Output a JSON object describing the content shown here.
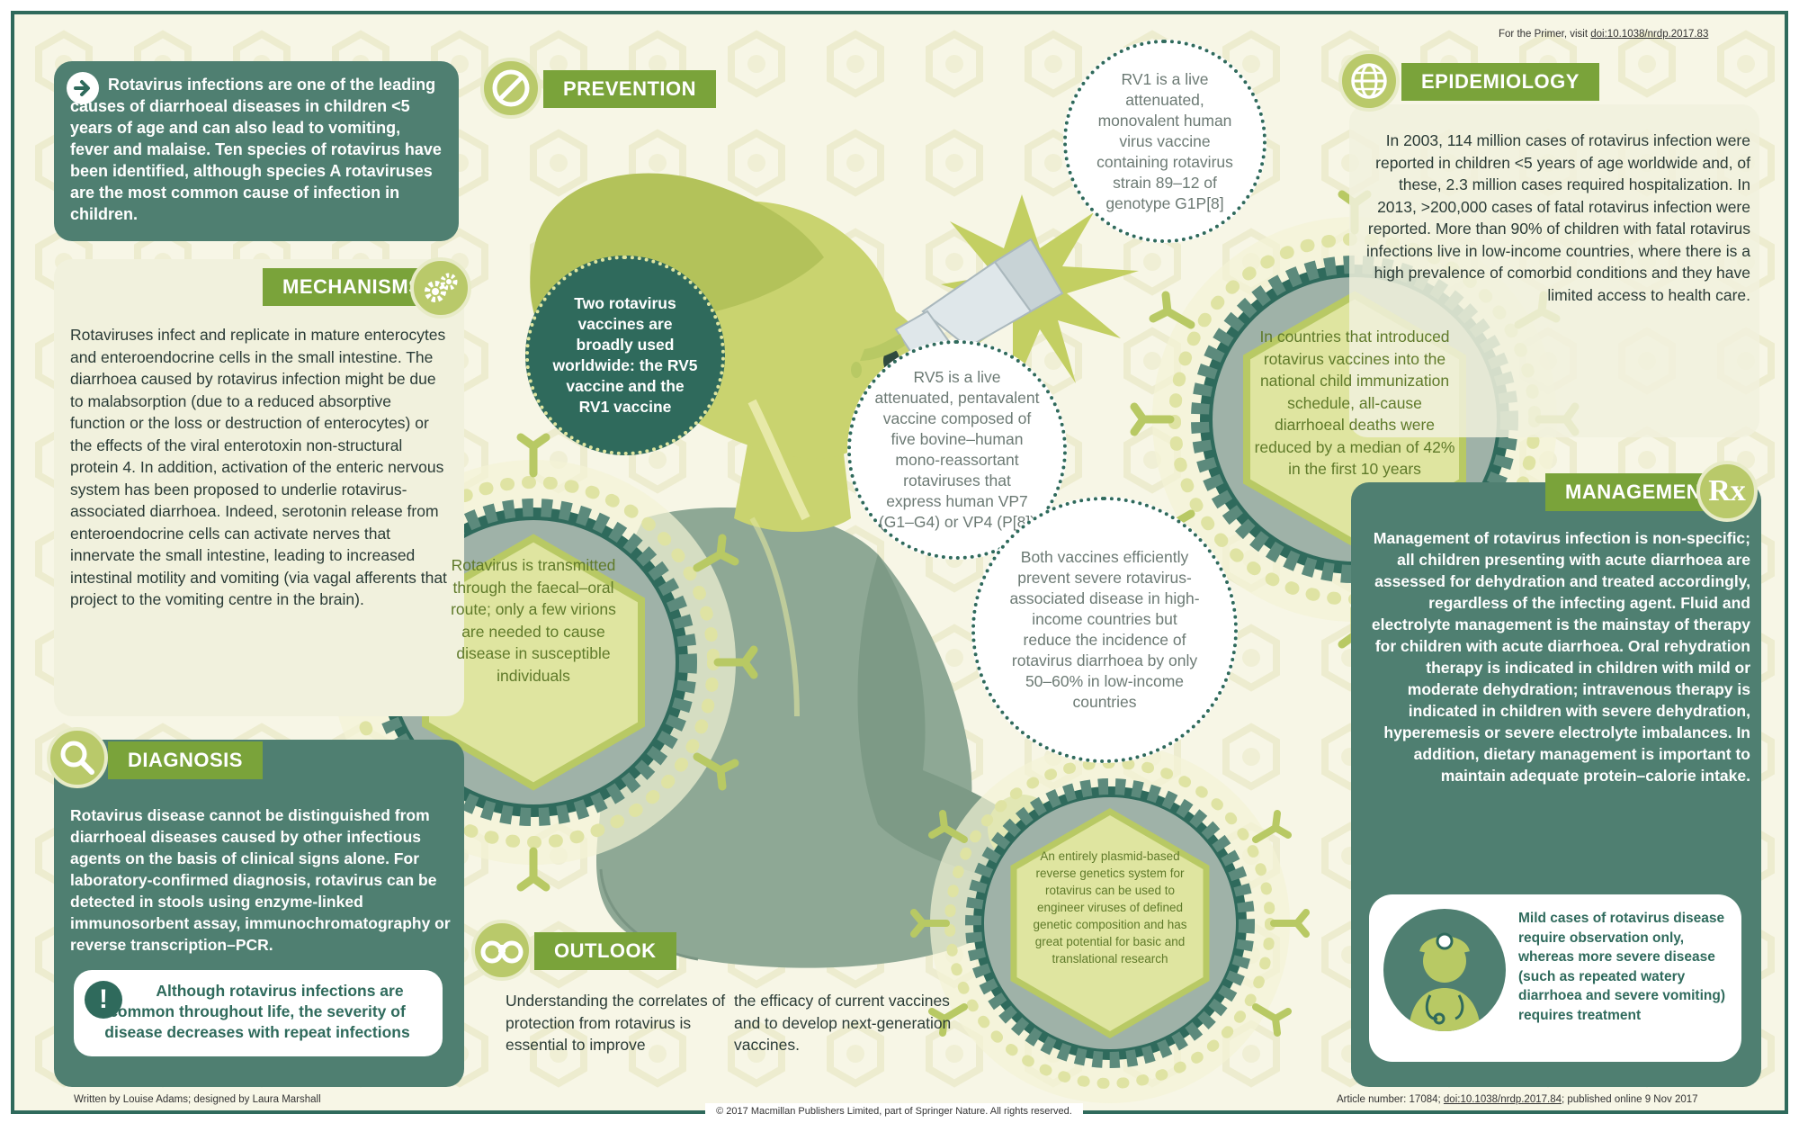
{
  "header": {
    "primer_note": "For the Primer, visit",
    "primer_link": "doi:10.1038/nrdp.2017.83"
  },
  "intro": {
    "text": "Rotavirus infections are one of the leading causes of diarrhoeal diseases in children <5 years of age and can also lead to vomiting, fever and malaise. Ten species of rotavirus have been identified, although species A rotaviruses are the most common cause of infection in children."
  },
  "prevention": {
    "label": "PREVENTION",
    "center_bubble": "Two rotavirus vaccines are broadly used worldwide: the RV5 vaccine and the RV1 vaccine",
    "rv1": "RV1 is a live attenuated, monovalent human virus vaccine containing rotavirus strain 89–12 of genotype G1P[8]",
    "rv5": "RV5 is a live attenuated, pentavalent vaccine composed of five bovine–human mono-reassortant rotaviruses that express human VP7 (G1–G4) or VP4 (P[8])",
    "both": "Both vaccines efficiently prevent severe rotavirus-associated disease in high-income countries but reduce the incidence of rotavirus diarrhoea by only 50–60% in low-income countries"
  },
  "mechanisms": {
    "label": "MECHANISMS",
    "text": "Rotaviruses infect and replicate in mature enterocytes and enteroendocrine cells in the small intestine. The diarrhoea caused by rotavirus infection might be due to malabsorption (due to a reduced absorptive function or the loss or destruction of enterocytes) or the effects of the viral enterotoxin non-structural protein 4. In addition, activation of the enteric nervous system has been proposed to underlie rotavirus-associated diarrhoea. Indeed, serotonin release from enteroendocrine cells can activate nerves that innervate the small intestine, leading to increased intestinal motility and vomiting (via vagal afferents that project to the vomiting centre in the brain).",
    "virus_text": "Rotavirus is transmitted through the faecal–oral route; only a few virions are needed to cause disease in susceptible individuals"
  },
  "diagnosis": {
    "label": "DIAGNOSIS",
    "text": "Rotavirus disease cannot be distinguished from diarrhoeal diseases caused by other infectious agents on the basis of clinical signs alone. For laboratory-confirmed diagnosis, rotavirus can be detected in stools using enzyme-linked immunosorbent assay, immunochromatography or reverse transcription–PCR.",
    "callout": "Although rotavirus infections are common throughout life, the severity of disease decreases with repeat infections"
  },
  "outlook": {
    "label": "OUTLOOK",
    "col1": "Understanding the correlates of protection from rotavirus is essential to improve",
    "col2": "the efficacy of current vaccines and to develop next-generation vaccines.",
    "virus_text": "An entirely plasmid-based reverse genetics system for rotavirus can be used to engineer viruses of defined genetic composition and has great potential for basic and translational research"
  },
  "epidemiology": {
    "label": "EPIDEMIOLOGY",
    "text": "In 2003, 114 million cases of rotavirus infection were reported in children <5 years of age worldwide and, of these, 2.3 million cases required hospitalization. In 2013, >200,000 cases of fatal rotavirus infection were reported. More than 90% of children with fatal rotavirus infections live in low-income countries, where there is a high prevalence of comorbid conditions and they have limited access to health care.",
    "virus_text": "In countries that introduced rotavirus vaccines into the national child immunization schedule, all-cause diarrhoeal deaths were reduced by a median of 42% in the first 10 years"
  },
  "management": {
    "label": "MANAGEMENT",
    "icon_text": "Rx",
    "text": "Management of rotavirus infection is non-specific; all children presenting with acute diarrhoea are assessed for dehydration and treated accordingly, regardless of the infecting agent. Fluid and electrolyte management is the mainstay of therapy for children with acute diarrhoea. Oral rehydration therapy is indicated in children with mild or moderate dehydration; intravenous therapy is indicated in children with severe dehydration, hyperemesis or severe electrolyte imbalances. In addition, dietary management is important to maintain adequate protein–calorie intake.",
    "callout": "Mild cases of rotavirus disease require observation only, whereas more severe disease (such as repeated watery diarrhoea and severe vomiting) requires treatment"
  },
  "footer": {
    "credits": "Written by Louise Adams; designed by Laura Marshall",
    "article": "Article number: 17084;",
    "article_link": "doi:10.1038/nrdp.2017.84",
    "published": "; published online 9 Nov 2017",
    "copyright": "© 2017 Macmillan Publishers Limited, part of Springer Nature. All rights reserved."
  },
  "colors": {
    "dark_green": "#2f6a5c",
    "panel_teal": "#4f7f71",
    "lime": "#7aa33a",
    "pale_lime": "#d6dc8a",
    "background": "#f7f6e6"
  }
}
